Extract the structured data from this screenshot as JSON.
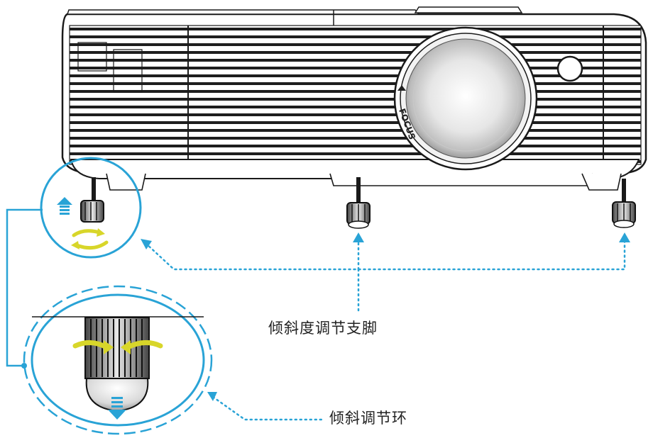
{
  "labels": {
    "tilt_feet": "倾斜度调节支脚",
    "tilt_ring": "倾斜调节环",
    "focus": "FOCUS"
  },
  "colors": {
    "callout": "#29a3d6",
    "arrow_green": "#d8d62a",
    "outline": "#1a1a1a"
  },
  "icons": [
    "projector-body",
    "lens",
    "tilt-foot",
    "rotate-arrows-icon",
    "up-arrow-icon",
    "down-arrow-icon"
  ]
}
